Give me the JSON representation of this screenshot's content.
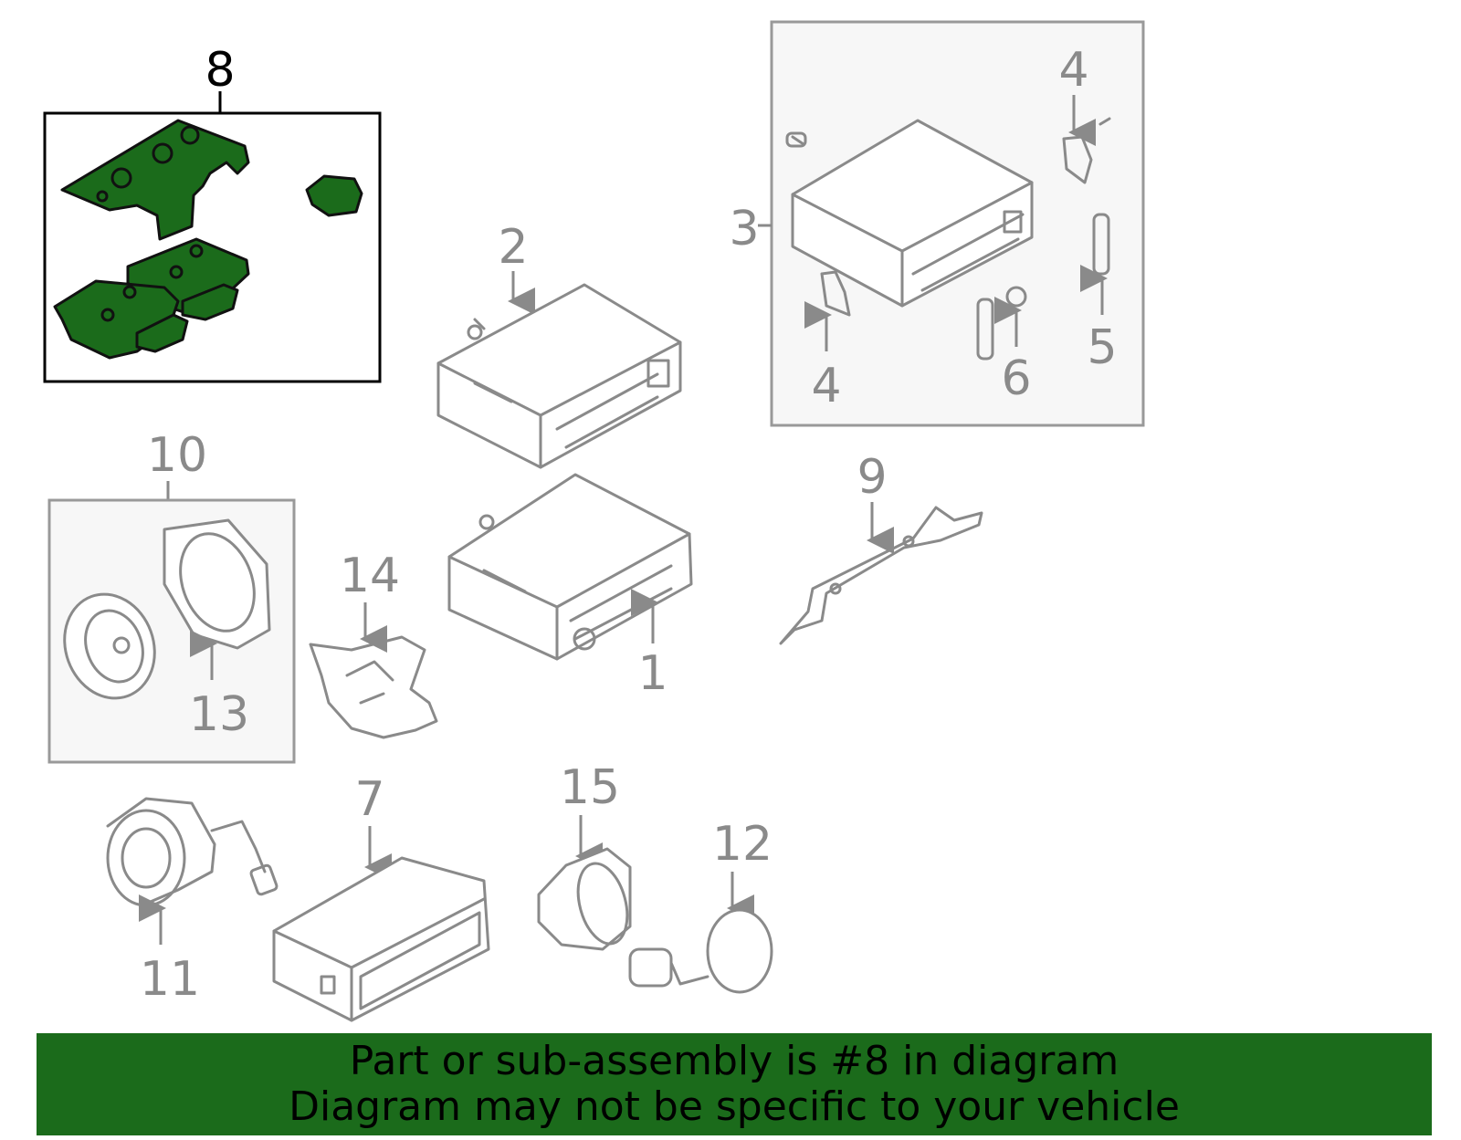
{
  "colors": {
    "highlight": "#1b6b1b",
    "banner": "#1b6b1b",
    "part_line": "#8a8a8a"
  },
  "callouts": {
    "c1": "1",
    "c2": "2",
    "c3": "3",
    "c4a": "4",
    "c4b": "4",
    "c5": "5",
    "c6": "6",
    "c7": "7",
    "c8": "8",
    "c9": "9",
    "c10": "10",
    "c11": "11",
    "c12": "12",
    "c13": "13",
    "c14": "14",
    "c15": "15"
  },
  "highlighted_part": "8",
  "banner": {
    "line1": "Part or sub-assembly is #8 in diagram",
    "line2": "Diagram may not be specific to your vehicle"
  }
}
